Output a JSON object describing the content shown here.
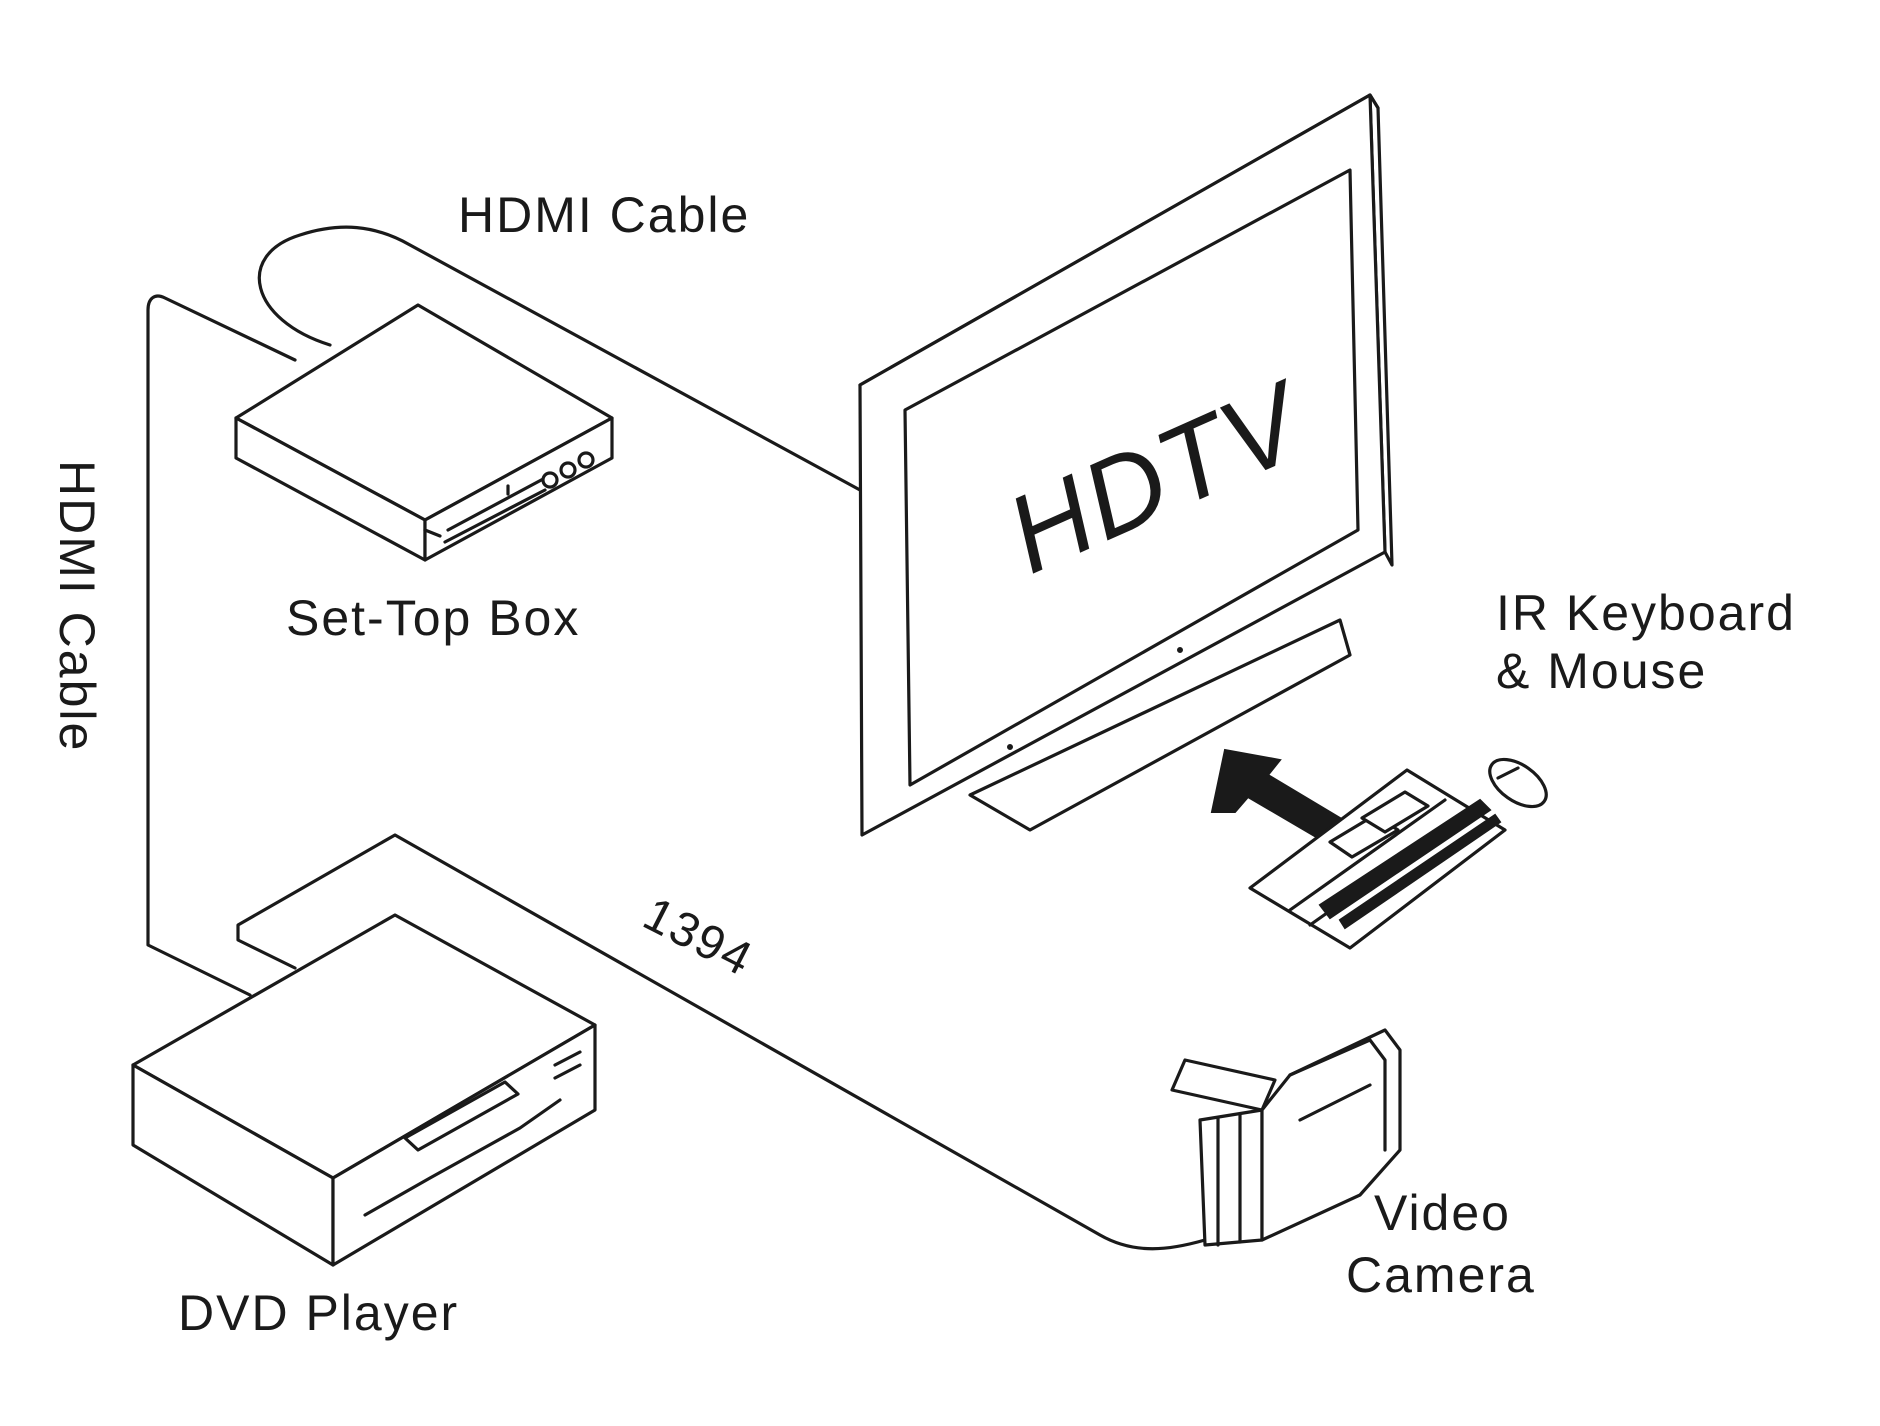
{
  "diagram": {
    "labels": {
      "hdmi_top": "HDMI Cable",
      "hdmi_side": "HDMI Cable",
      "set_top_box": "Set-Top Box",
      "hdtv": "HDTV",
      "ir_line1": "IR Keyboard",
      "ir_line2": "& Mouse",
      "firewire": "1394",
      "video_line1": "Video",
      "video_line2": "Camera",
      "dvd_player": "DVD Player"
    },
    "colors": {
      "line": "#1a1a1a",
      "background": "#ffffff"
    },
    "icons": [
      "set-top-box-icon",
      "hdtv-icon",
      "keyboard-icon",
      "mouse-icon",
      "dvd-player-icon",
      "video-camera-icon",
      "ir-arrow-icon"
    ]
  }
}
